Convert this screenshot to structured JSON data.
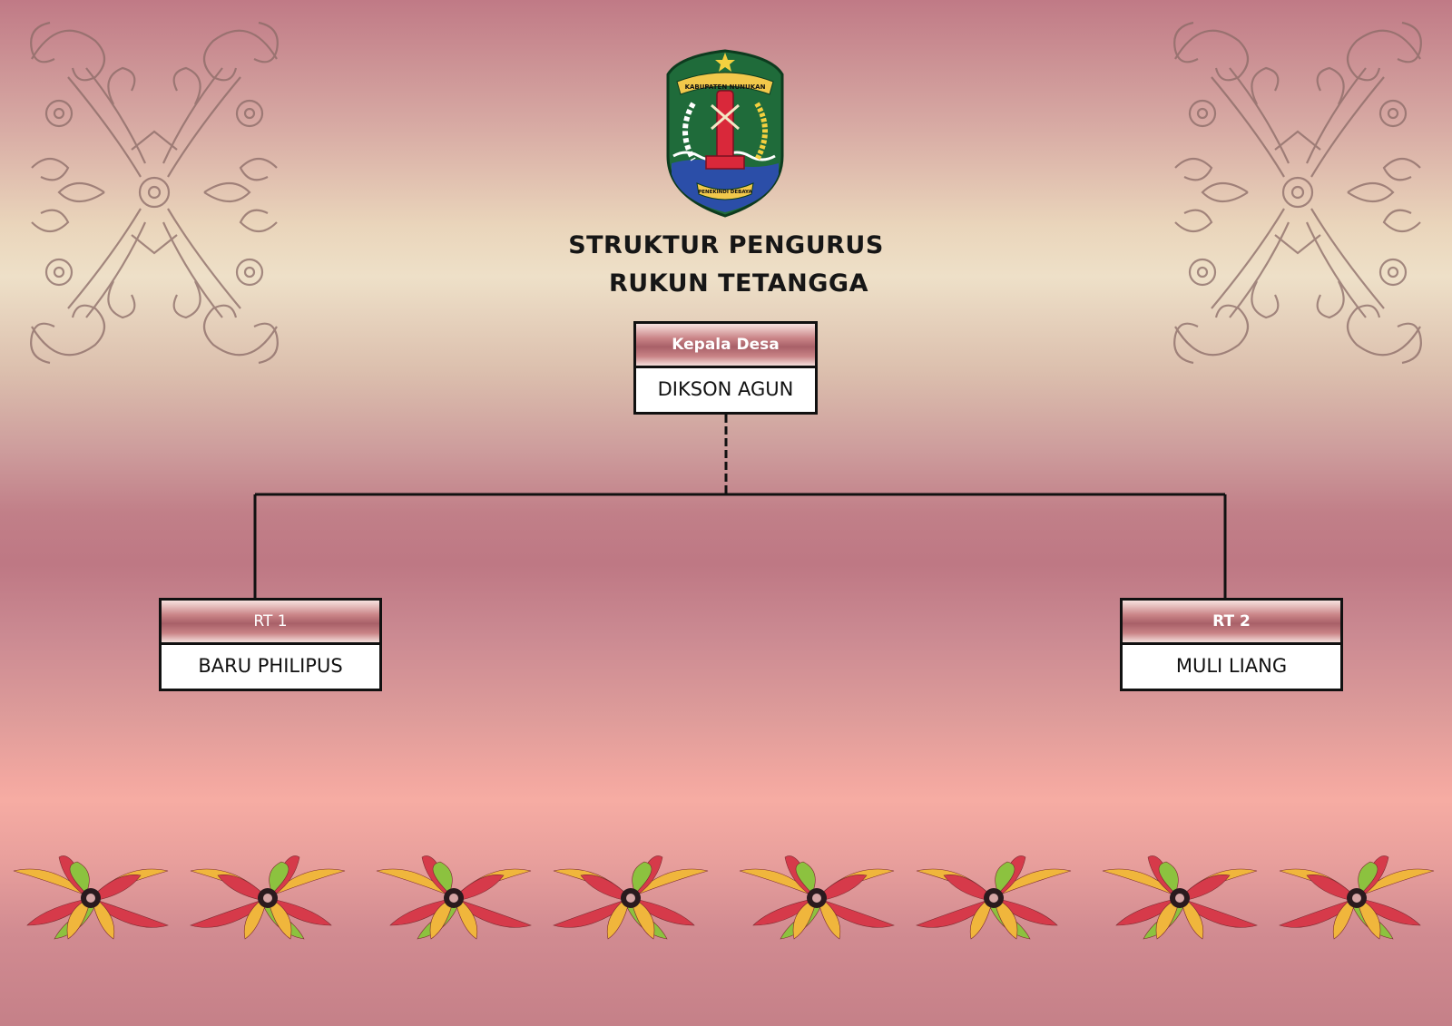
{
  "title": {
    "line1": "STRUKTUR PENGURUS",
    "line2": "RUKUN TETANGGA"
  },
  "logo": {
    "top_text": "KABUPATEN NUNUKAN",
    "bottom_text": "PENEKINDI DEBAYA"
  },
  "org": {
    "head": {
      "role": "Kepala Desa",
      "name": "DIKSON AGUN"
    },
    "children": [
      {
        "role": "RT 1",
        "name": "BARU PHILIPUS"
      },
      {
        "role": "RT 2",
        "name": "MULI LIANG"
      }
    ]
  },
  "colors": {
    "line": "#111111",
    "ornament_stroke": "#8a6a66",
    "flower_red": "#d63a4a",
    "flower_green": "#8cc23f",
    "flower_yellow": "#f0b63c"
  }
}
